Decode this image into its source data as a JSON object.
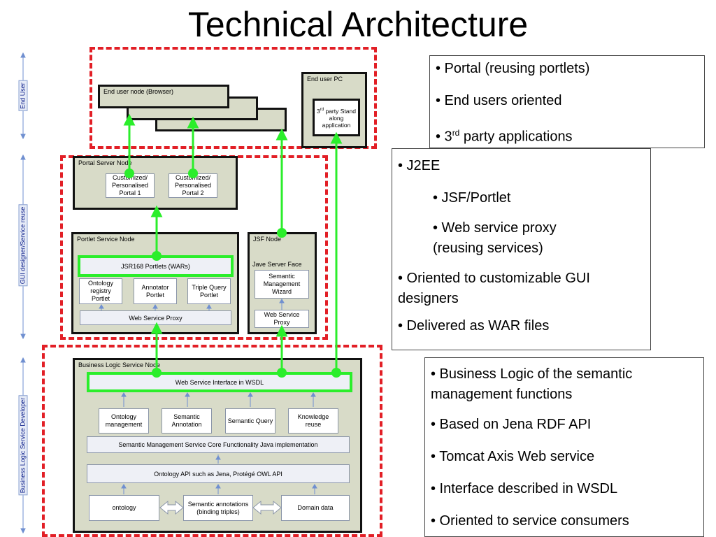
{
  "title": "Technical Architecture",
  "side_labels": {
    "end_user": "End User",
    "gui_designer": "GUI designer/Service reuse",
    "business_logic": "Business Logic Service Developer"
  },
  "end_user": {
    "browser_node": "End user node (Browser)",
    "pc_label": "End user PC",
    "third_party_app": {
      "pre": "3",
      "sup": "rd",
      "post": " party Stand along application"
    }
  },
  "portal_server": {
    "label": "Portal Server Node",
    "portal1": "Customized/ Personalised Portal 1",
    "portal2": "Customized/ Personalised Portal 2"
  },
  "portlet_service": {
    "label": "Portlet Service Node",
    "portlets": "JSR168 Portlets (WARs)",
    "ontology_registry": "Ontology registry Portlet",
    "annotator": "Annotator Portlet",
    "triple_query": "Triple Query Portlet",
    "proxy": "Web Service Proxy"
  },
  "jsf": {
    "label": "JSF Node",
    "face": "Jave Server Face",
    "wizard": "Semantic Management Wizard",
    "proxy": "Web Service Proxy"
  },
  "business_logic": {
    "label": "Business Logic Service Node",
    "wsdl": "Web Service Interface in WSDL",
    "ontology_mgmt": "Ontology management",
    "semantic_annotation": "Semantic Annotation",
    "semantic_query": "Semantic Query",
    "knowledge_reuse": "Knowledge reuse",
    "core": "Semantic Management Service Core Functionality Java implementation",
    "api": "Ontology API such as Jena, Protégé OWL API",
    "ontology": "ontology",
    "annotations": "Semantic annotations (binding triples)",
    "domain_data": "Domain data"
  },
  "notes_top": {
    "items": [
      {
        "text": "• Portal (reusing portlets)"
      },
      {
        "text": "•  End users oriented"
      },
      {
        "pre": "• 3",
        "sup": "rd",
        "post": " party applications"
      }
    ]
  },
  "notes_mid": {
    "items": [
      "• J2EE",
      "• JSF/Portlet",
      "• Web service proxy (reusing services)",
      "• Oriented to customizable GUI designers",
      "• Delivered as WAR files"
    ]
  },
  "notes_bottom": {
    "items": [
      "• Business Logic of the semantic management functions",
      "• Based on Jena RDF API",
      "• Tomcat Axis Web service",
      "• Interface described in WSDL",
      "• Oriented to service consumers"
    ]
  },
  "colors": {
    "dash": "#e21f26",
    "connector": "#2bee2b",
    "node_fill": "#d8dbc8"
  }
}
